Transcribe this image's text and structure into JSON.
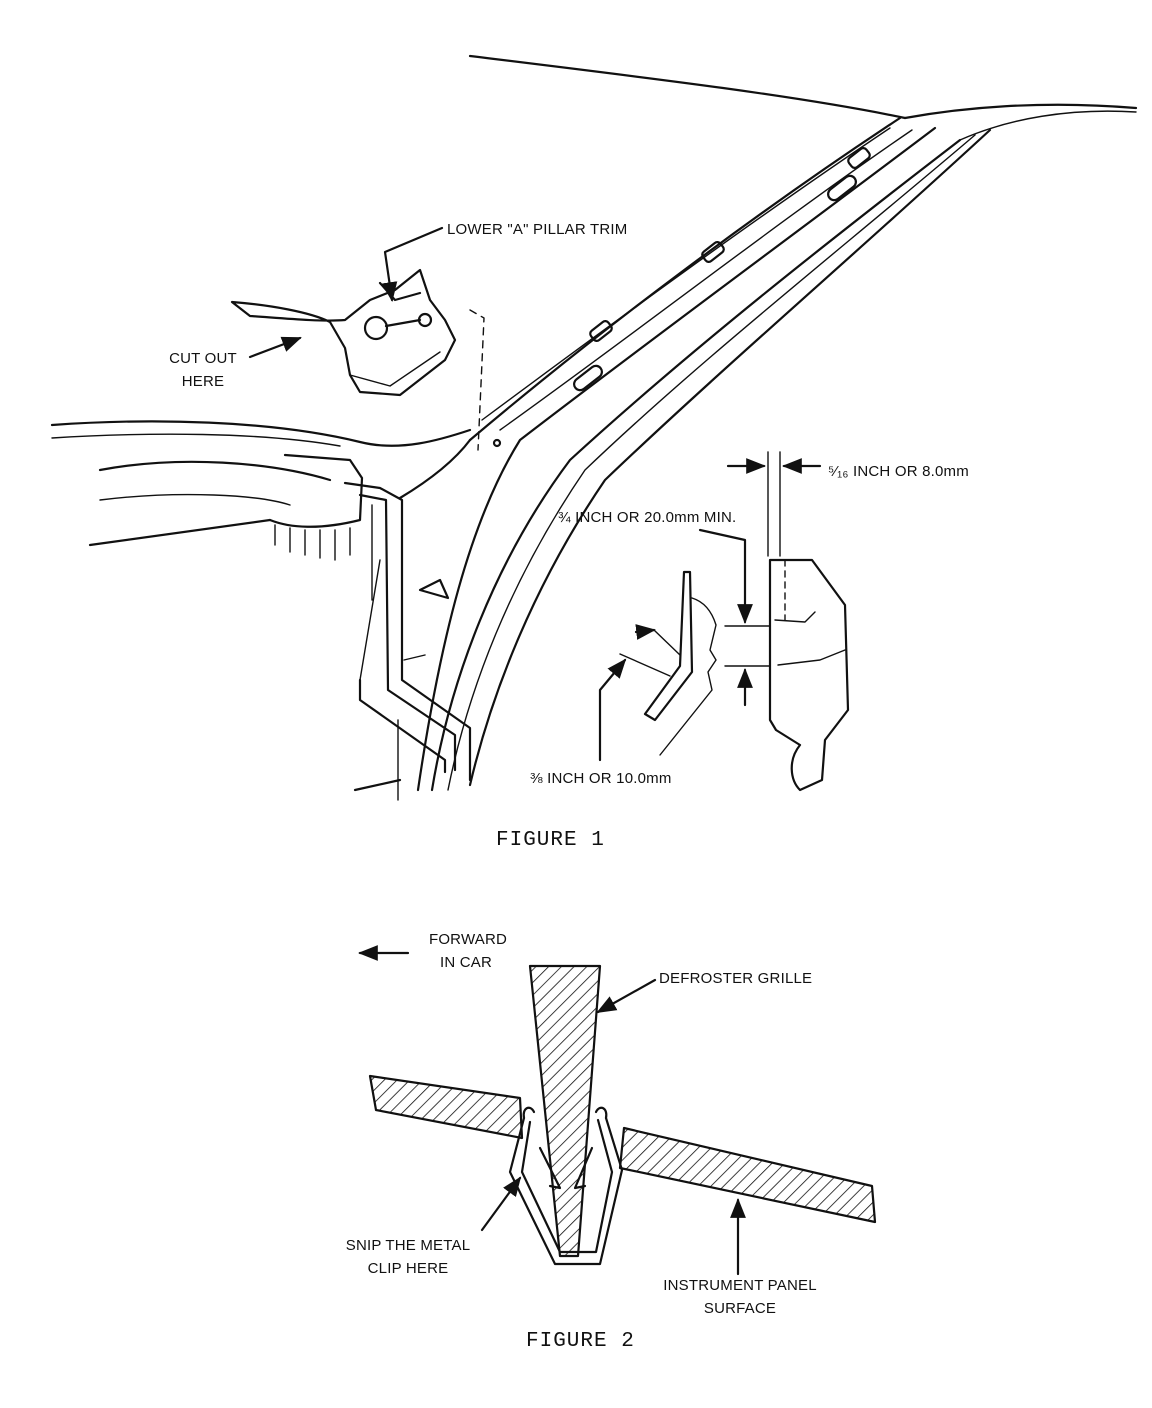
{
  "figure1": {
    "caption": "FIGURE 1",
    "labels": {
      "lower_a_pillar_trim": "LOWER \"A\" PILLAR TRIM",
      "cut_out_line1": "CUT OUT",
      "cut_out_line2": "HERE",
      "dim_5_16": "⁵⁄₁₆ INCH OR 8.0mm",
      "dim_3_4": "¾ INCH OR 20.0mm MIN.",
      "dim_3_8": "⅜ INCH OR 10.0mm"
    }
  },
  "figure2": {
    "caption": "FIGURE 2",
    "labels": {
      "forward_line1": "FORWARD",
      "forward_line2": "IN CAR",
      "defroster_grille": "DEFROSTER GRILLE",
      "snip_line1": "SNIP THE METAL",
      "snip_line2": "CLIP HERE",
      "panel_line1": "INSTRUMENT PANEL",
      "panel_line2": "SURFACE"
    }
  }
}
